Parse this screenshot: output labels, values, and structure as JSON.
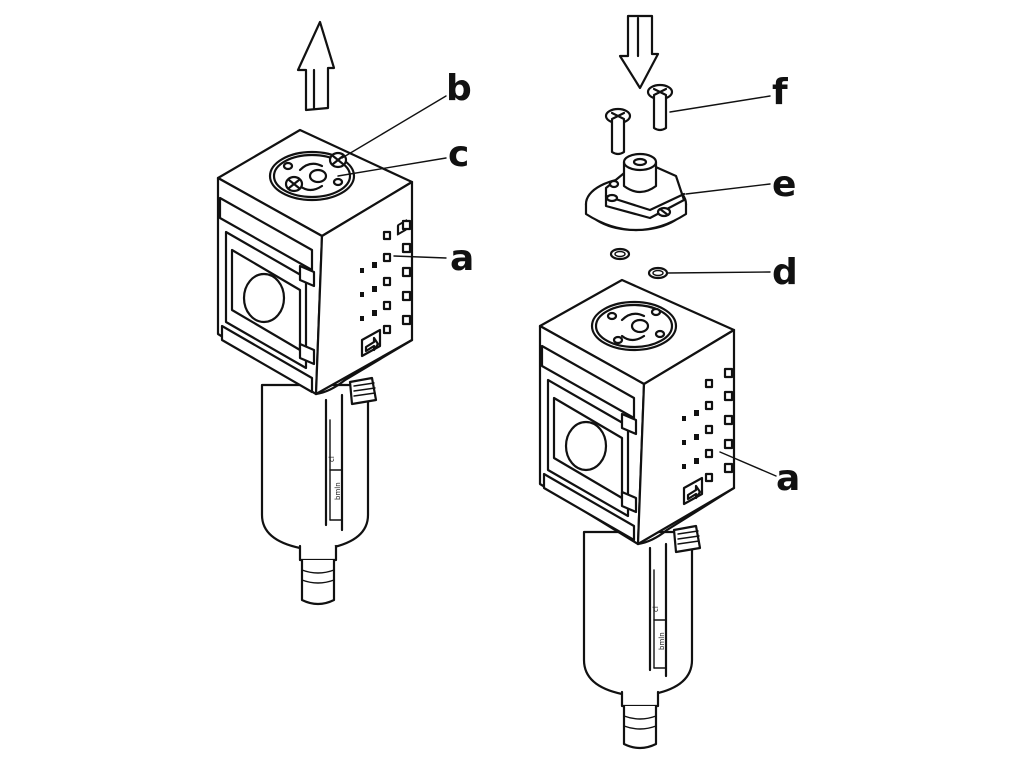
{
  "callouts": {
    "b": "b",
    "c": "c",
    "a_left": "a",
    "f": "f",
    "e": "e",
    "d": "d",
    "a_right": "a"
  },
  "gauge_marks": {
    "left_upper": "cl",
    "left_lower": "bmln",
    "right_upper": "cl",
    "right_lower": "bmln"
  },
  "arrows": {
    "left": "up",
    "right": "down"
  }
}
